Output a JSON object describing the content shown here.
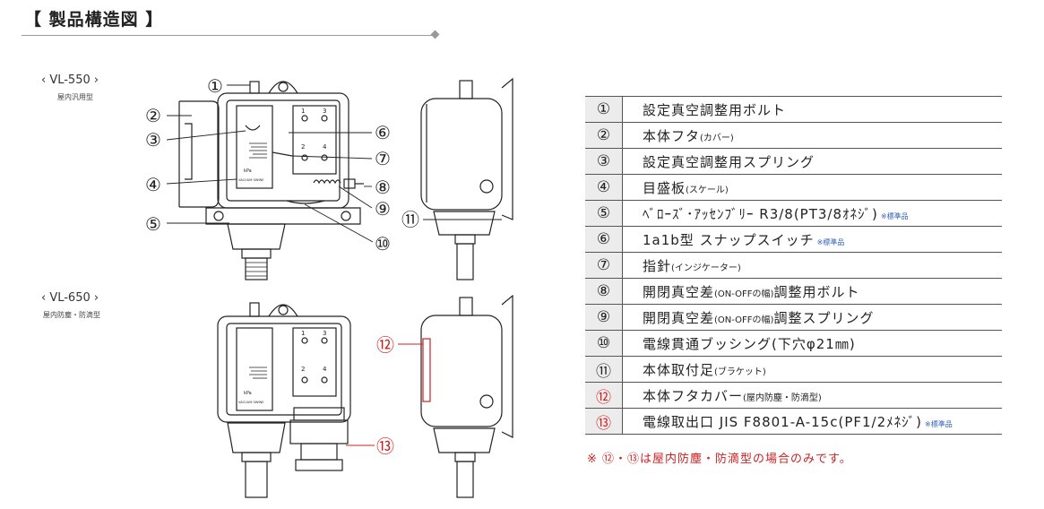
{
  "header": {
    "title": "【 製品構造図 】"
  },
  "models": [
    {
      "name": "‹ VL-550 ›",
      "type": "屋内汎用型"
    },
    {
      "name": "‹ VL-650 ›",
      "type": "屋内防塵・防滴型"
    }
  ],
  "drawing": {
    "callouts_top": [
      "①",
      "②",
      "③",
      "④",
      "⑤",
      "⑥",
      "⑦",
      "⑧",
      "⑨",
      "⑩",
      "⑪"
    ],
    "callouts_bottom": [
      "⑫",
      "⑬"
    ],
    "scale_text": "VACUUM SWINE",
    "scale_label": "kPa",
    "terminal_numbers": [
      "1",
      "3",
      "2",
      "4"
    ],
    "accent_color": "#cc2222",
    "line_color": "#222222"
  },
  "parts": [
    {
      "num": "①",
      "text": "設定真空調整用ボルト",
      "sub": "",
      "note": "",
      "highlight": false
    },
    {
      "num": "②",
      "text": "本体フタ",
      "sub": "(カバー)",
      "note": "",
      "highlight": false
    },
    {
      "num": "③",
      "text": "設定真空調整用スプリング",
      "sub": "",
      "note": "",
      "highlight": false
    },
    {
      "num": "④",
      "text": "目盛板",
      "sub": "(スケール)",
      "note": "",
      "highlight": false
    },
    {
      "num": "⑤",
      "text": "ﾍﾞﾛｰｽﾞ･ｱｯｾﾝﾌﾞﾘｰ R3/8(PT3/8ｵﾈｼﾞ)",
      "sub": "",
      "note": "※標準品",
      "highlight": false
    },
    {
      "num": "⑥",
      "text": "1a1b型 スナップスイッチ",
      "sub": "",
      "note": "※標準品",
      "highlight": false
    },
    {
      "num": "⑦",
      "text": "指針",
      "sub": "(インジケーター)",
      "note": "",
      "highlight": false
    },
    {
      "num": "⑧",
      "text": "開閉真空差",
      "sub": "(ON-OFFの幅)",
      "text2": "調整用ボルト",
      "note": "",
      "highlight": false
    },
    {
      "num": "⑨",
      "text": "開閉真空差",
      "sub": "(ON-OFFの幅)",
      "text2": "調整スプリング",
      "note": "",
      "highlight": false
    },
    {
      "num": "⑩",
      "text": "電線貫通ブッシング(下穴φ21㎜)",
      "sub": "",
      "note": "",
      "highlight": false
    },
    {
      "num": "⑪",
      "text": "本体取付足",
      "sub": "(ブラケット)",
      "note": "",
      "highlight": false
    },
    {
      "num": "⑫",
      "text": "本体フタカバー",
      "sub": "(屋内防塵・防滴型)",
      "note": "",
      "highlight": true
    },
    {
      "num": "⑬",
      "text": "電線取出口 JIS F8801-A-15c(PF1/2ﾒﾈｼﾞ)",
      "sub": "",
      "note": "※標準品",
      "highlight": true
    }
  ],
  "footnote": "※ ⑫・⑬は屋内防塵・防滴型の場合のみです。"
}
